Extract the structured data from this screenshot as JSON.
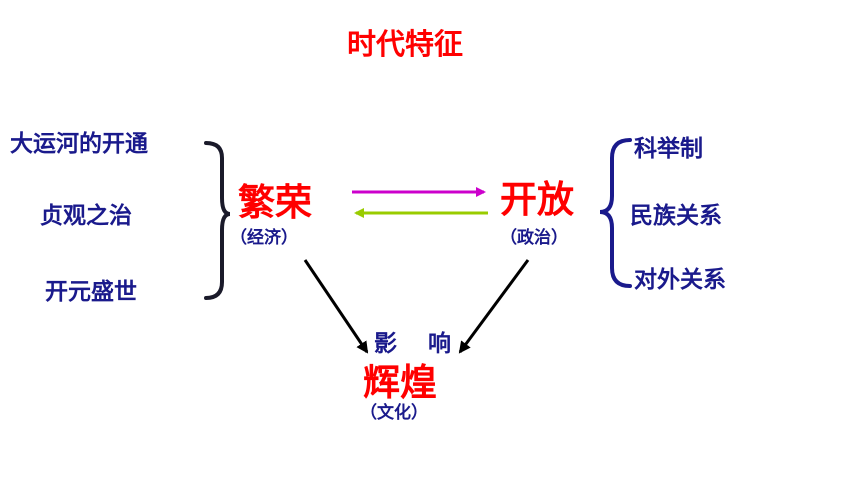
{
  "title": "时代特征",
  "left_items": [
    "大运河的开通",
    "贞观之治",
    "开元盛世"
  ],
  "right_items": [
    "科举制",
    "民族关系",
    "对外关系"
  ],
  "nodes": {
    "prosperity": {
      "label": "繁荣",
      "sub": "（经济）"
    },
    "openness": {
      "label": "开放",
      "sub": "（政治）"
    },
    "brilliance": {
      "label": "辉煌",
      "sub": "（文化）"
    }
  },
  "influence_left": "影",
  "influence_right": "响",
  "colors": {
    "title": "#ff0000",
    "text": "#1a1a8c",
    "arrow_top": "#cc00cc",
    "arrow_bottom": "#99cc00",
    "arrow_diag": "#000000"
  }
}
